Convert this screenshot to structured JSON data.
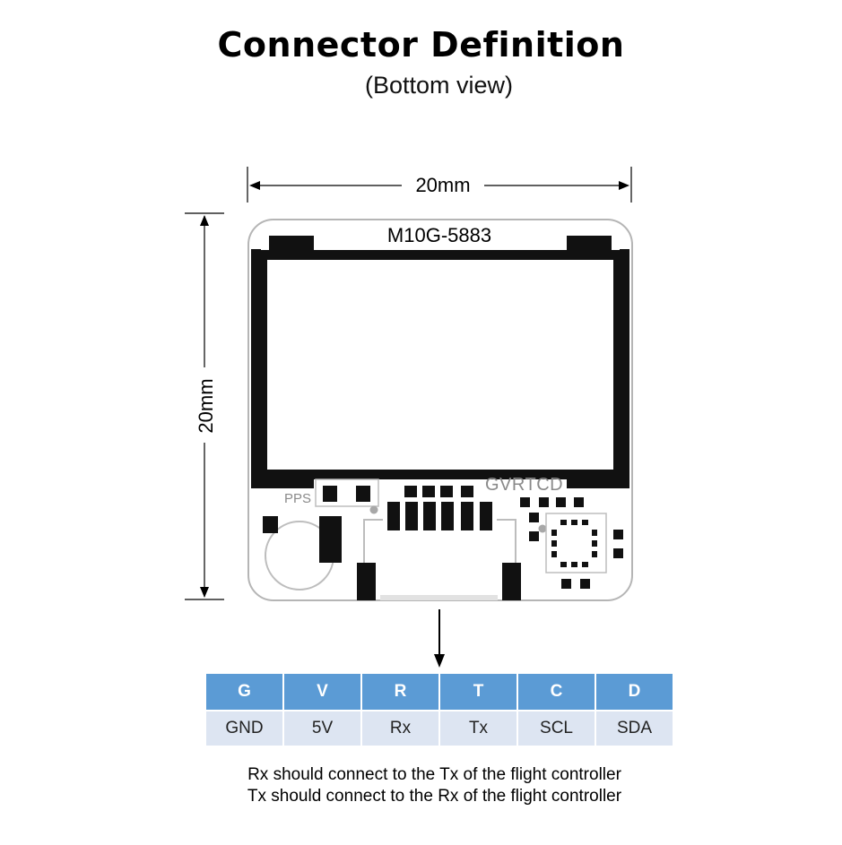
{
  "title": "Connector Definition",
  "subtitle": "(Bottom view)",
  "dimensions": {
    "width": "20mm",
    "height": "20mm"
  },
  "board": {
    "model": "M10G-5883",
    "pps_label": "PPS",
    "pin_silkscreen": "GVRTCD"
  },
  "pin_table": {
    "headers": [
      "G",
      "V",
      "R",
      "T",
      "C",
      "D"
    ],
    "values": [
      "GND",
      "5V",
      "Rx",
      "Tx",
      "SCL",
      "SDA"
    ]
  },
  "notes": [
    "Rx should connect to the Tx of the flight controller",
    "Tx should connect to the Rx of the flight controller"
  ]
}
